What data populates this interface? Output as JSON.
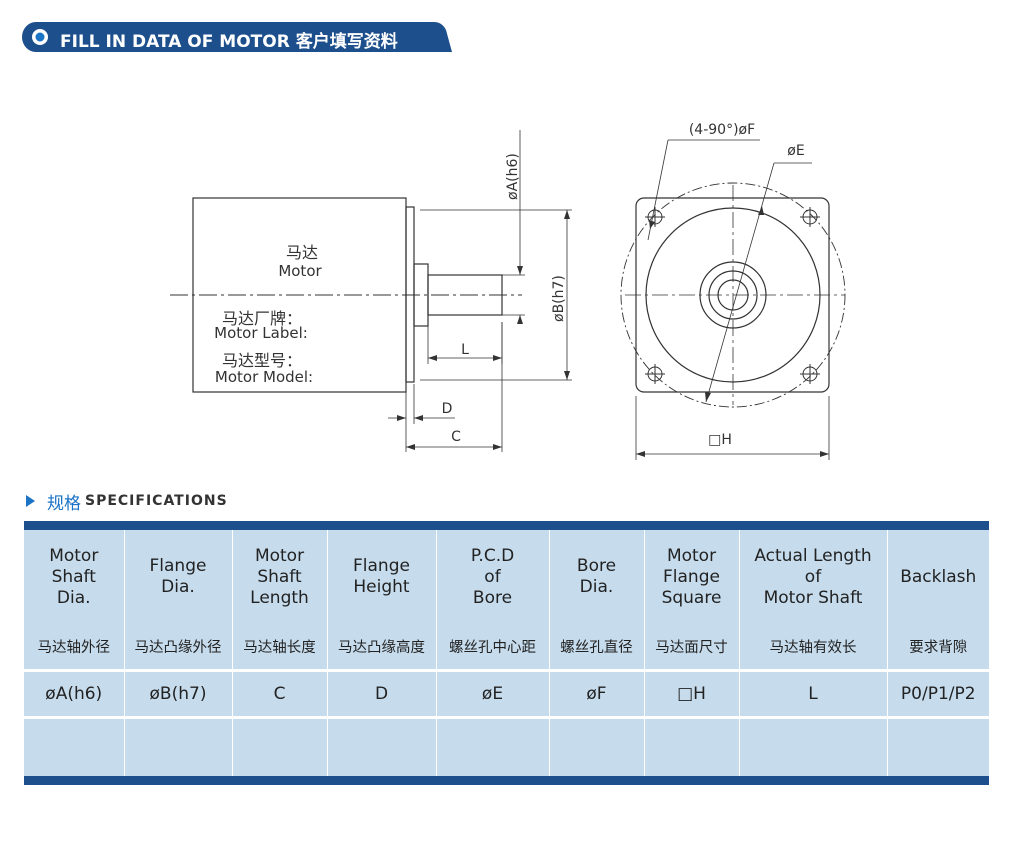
{
  "header": {
    "title": "FILL IN DATA OF MOTOR  客户填写资料"
  },
  "drawing": {
    "motor_cn": "马达",
    "motor_en": "Motor",
    "label_cn": "马达厂牌：",
    "label_en": "Motor Label:",
    "model_cn": "马达型号：",
    "model_en": "Motor Model:",
    "dim_A": "øA(h6)",
    "dim_B": "øB(h7)",
    "dim_L": "L",
    "dim_D": "D",
    "dim_C": "C",
    "dim_F": "(4-90°)øF",
    "dim_E": "øE",
    "dim_H": "□H"
  },
  "specs": {
    "title_cn": "规格",
    "title_en": "SPECIFICATIONS",
    "columns": [
      {
        "en": [
          "Motor",
          "Shaft",
          "Dia."
        ],
        "cn": "马达轴外径",
        "code": "øA(h6)"
      },
      {
        "en": [
          "Flange",
          "Dia."
        ],
        "cn": "马达凸缘外径",
        "code": "øB(h7)"
      },
      {
        "en": [
          "Motor",
          "Shaft",
          "Length"
        ],
        "cn": "马达轴长度",
        "code": "C"
      },
      {
        "en": [
          "Flange",
          "Height"
        ],
        "cn": "马达凸缘高度",
        "code": "D"
      },
      {
        "en": [
          "P.C.D",
          "of",
          "Bore"
        ],
        "cn": "螺丝孔中心距",
        "code": "øE"
      },
      {
        "en": [
          "Bore",
          "Dia."
        ],
        "cn": "螺丝孔直径",
        "code": "øF"
      },
      {
        "en": [
          "Motor",
          "Flange",
          "Square"
        ],
        "cn": "马达面尺寸",
        "code": "□H"
      },
      {
        "en": [
          "Actual Length",
          "of",
          "Motor Shaft"
        ],
        "cn": "马达轴有效长",
        "code": "L"
      },
      {
        "en": [
          "Backlash"
        ],
        "cn": "要求背隙",
        "code": "P0/P1/P2"
      }
    ]
  },
  "colors": {
    "accent_blue": "#1a73c5",
    "bar_blue": "#1d4f8c",
    "cell_bg": "#c6dced"
  }
}
